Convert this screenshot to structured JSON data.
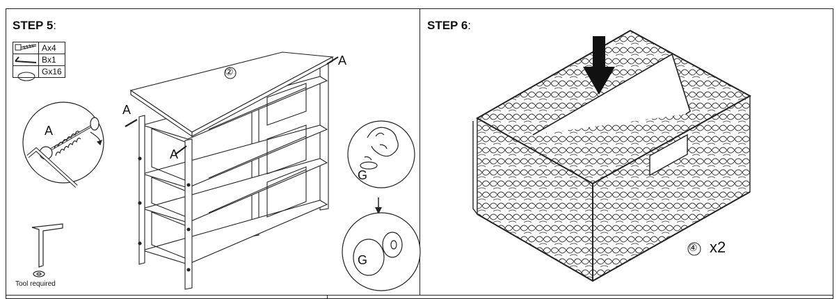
{
  "step5": {
    "label": "STEP 5",
    "colon": ":",
    "parts": [
      {
        "icon": "screw-icon",
        "qty": "Ax4"
      },
      {
        "icon": "allen-key-icon",
        "qty": "Bx1"
      },
      {
        "icon": "washer-icon",
        "qty": "Gx16"
      }
    ],
    "callouts": {
      "a_right": "A",
      "a_left": "A",
      "a_mid": "A",
      "a_zoom": "A",
      "panel_number": "②",
      "g_top": "G",
      "g_bottom": "G"
    },
    "tool_required": "Tool required"
  },
  "step6": {
    "label": "STEP 6",
    "colon": ":",
    "basket_number": "④",
    "quantity": "x2"
  }
}
